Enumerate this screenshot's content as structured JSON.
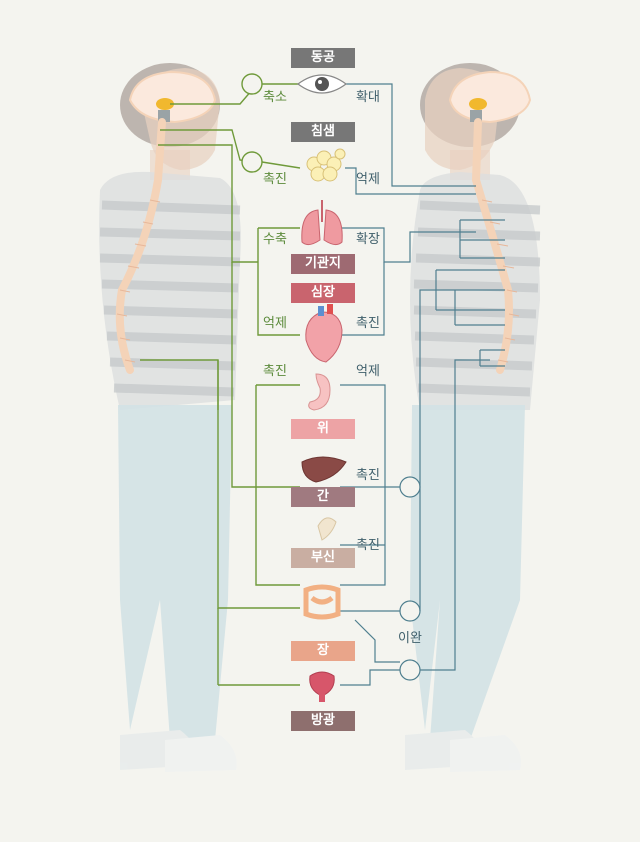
{
  "organs": {
    "pupil": {
      "label": "동공",
      "color": "#777777"
    },
    "salivary": {
      "label": "침샘",
      "color": "#777777"
    },
    "bronchi": {
      "label": "기관지",
      "color": "#9e6a72"
    },
    "heart": {
      "label": "심장",
      "color": "#c9646e"
    },
    "stomach": {
      "label": "위",
      "color": "#eda3a5"
    },
    "liver": {
      "label": "간",
      "color": "#a07a80"
    },
    "adrenal": {
      "label": "부신",
      "color": "#c9aea2"
    },
    "intestine": {
      "label": "장",
      "color": "#e9a58a"
    },
    "bladder": {
      "label": "방광",
      "color": "#8e6f6e"
    }
  },
  "parasympathetic": {
    "pupil": "축소",
    "salivary": "촉진",
    "bronchi": "수축",
    "heart": "억제",
    "stomach": "촉진"
  },
  "sympathetic": {
    "pupil": "확대",
    "salivary": "억제",
    "bronchi": "확장",
    "heart": "촉진",
    "stomach": "억제",
    "liver": "촉진",
    "adrenal": "촉진",
    "bladder": "이완"
  },
  "colors": {
    "parasympathetic_line": "#6f9a3a",
    "sympathetic_line": "#4f7f8f",
    "spine": "#f4d3b8",
    "brain_spot": "#f1b82e"
  }
}
